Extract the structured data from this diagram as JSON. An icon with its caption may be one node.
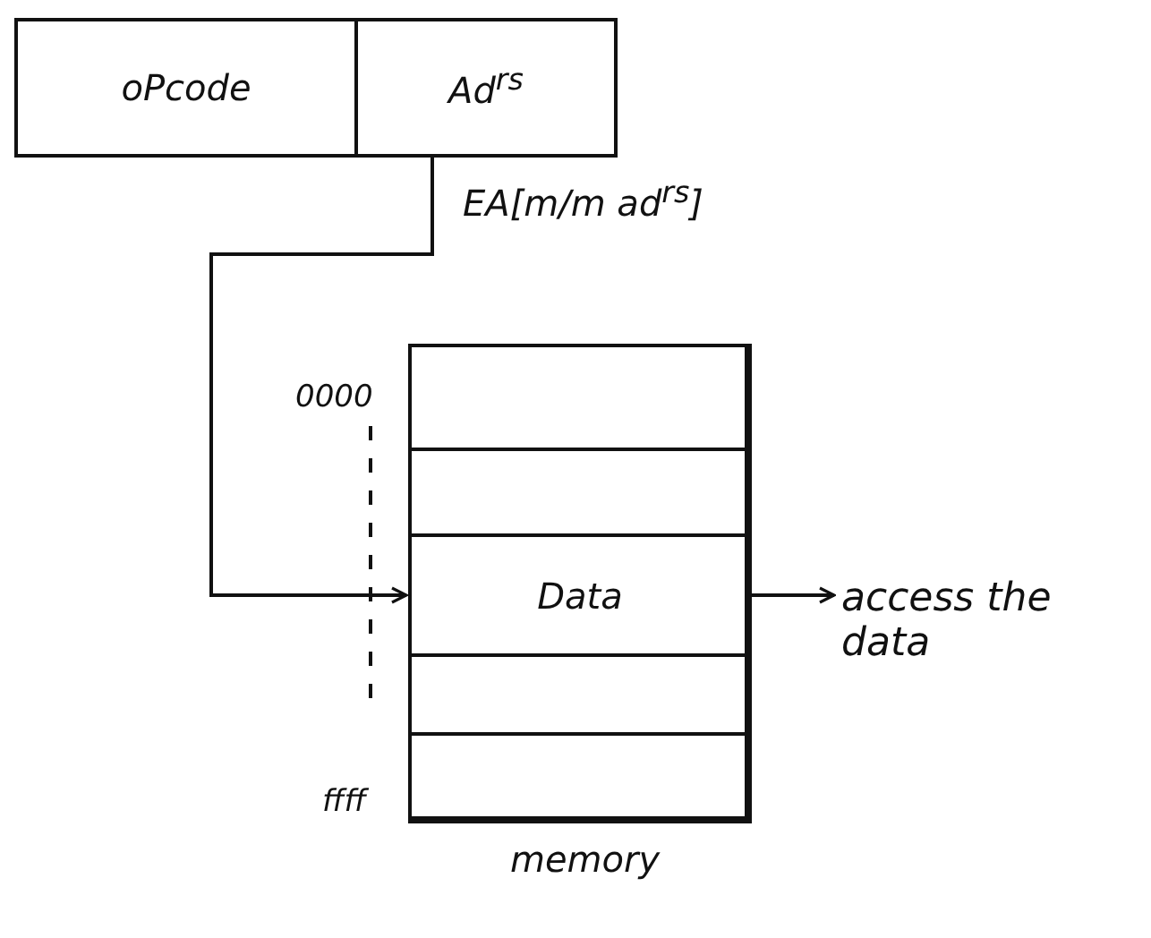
{
  "diagram": {
    "nodes": [
      {
        "text": [
          "oPcode"
        ]
      },
      {
        "text": [
          "Ad$^{rs}$"
        ]
      },
      {
        "text": [
          "memory"
        ]
      },
      {
        "text": [],
        "shape": "box",
        "in": 2
      },
      {
        "text": [],
        "shape": "box",
        "in": 2
      },
      {
        "text": [
          "Data"
        ],
        "in": 2
      },
      {
        "text": [],
        "shape": "box",
        "in": 2
      },
      {
        "text": [],
        "shape": "box",
        "in": 2
      },
      {
        "text": [
          "access the data"
        ]
      }
    ],
    "edges": [
      {
        "from": 1,
        "to": 5,
        "arrow": "to",
        "label": "EA[m/m ad$^{rs}$]"
      },
      {
        "from": 5,
        "to": 8,
        "arrow": "to"
      }
    ],
    "labels": [
      "0000",
      "ffff"
    ]
  }
}
